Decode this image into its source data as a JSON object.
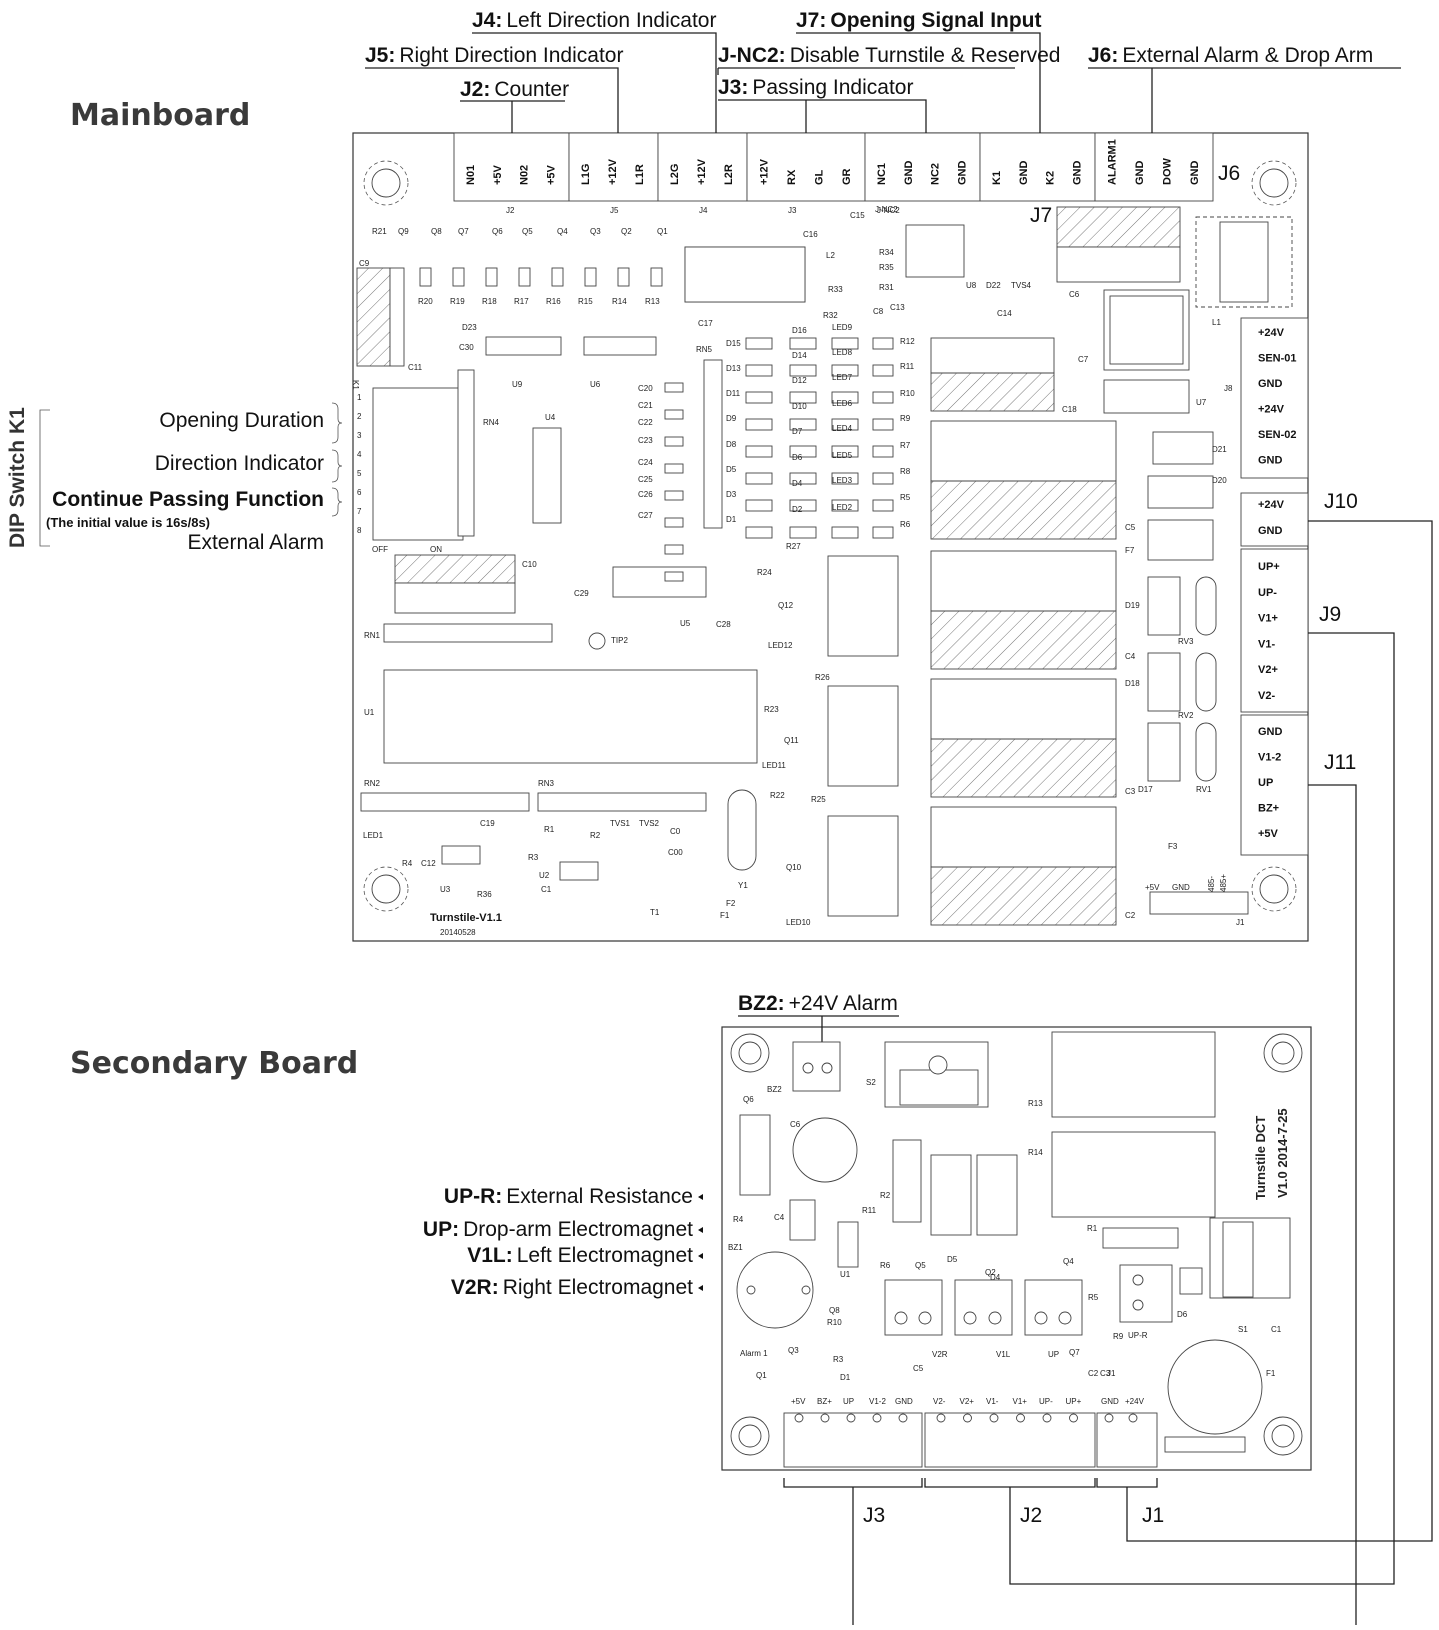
{
  "sections": {
    "mainboard": "Mainboard",
    "secondary": "Secondary Board"
  },
  "dip": {
    "title": "DIP Switch K1",
    "opening_duration": "Opening Duration",
    "direction_indicator": "Direction Indicator",
    "continue_passing": "Continue Passing Function",
    "initial_value": "(The initial value is 16s/8s)",
    "external_alarm": "External Alarm",
    "switch_numbers": [
      "1",
      "2",
      "3",
      "4",
      "5",
      "6",
      "7",
      "8"
    ],
    "off": "OFF",
    "on": "ON",
    "ref": "K1"
  },
  "top_callouts": {
    "j4": {
      "code": "J4:",
      "text": "Left Direction Indicator"
    },
    "j7": {
      "code": "J7:",
      "text": "Opening Signal Input"
    },
    "j5": {
      "code": "J5:",
      "text": "Right Direction Indicator"
    },
    "jnc2": {
      "code": "J-NC2:",
      "text": "Disable Turnstile & Reserved"
    },
    "j6": {
      "code": "J6:",
      "text": "External Alarm & Drop Arm"
    },
    "j2": {
      "code": "J2:",
      "text": "Counter"
    },
    "j3": {
      "code": "J3:",
      "text": "Passing Indicator"
    }
  },
  "main_connectors": {
    "j2": {
      "ref": "J2",
      "pins": [
        "N01",
        "+5V",
        "N02",
        "+5V"
      ]
    },
    "j5": {
      "ref": "J5",
      "pins": [
        "L1G",
        "+12V",
        "L1R"
      ]
    },
    "j4": {
      "ref": "J4",
      "pins": [
        "L2G",
        "+12V",
        "L2R"
      ]
    },
    "j3": {
      "ref": "J3",
      "pins": [
        "+12V",
        "RX",
        "GL",
        "GR"
      ]
    },
    "jnc2": {
      "ref": "J-NC2",
      "pins": [
        "NC1",
        "GND",
        "NC2",
        "GND"
      ]
    },
    "j7": {
      "ref": "J7",
      "pins": [
        "K1",
        "GND",
        "K2",
        "GND"
      ]
    },
    "j6": {
      "ref": "J6",
      "pins": [
        "ALARM1",
        "GND",
        "DOW",
        "GND"
      ]
    }
  },
  "right_connectors": {
    "j8": {
      "ref": "J8",
      "pins": [
        "+24V",
        "SEN-01",
        "GND",
        "+24V",
        "SEN-02",
        "GND"
      ]
    },
    "j10": {
      "ref": "J10",
      "pins": [
        "+24V",
        "GND"
      ]
    },
    "j9": {
      "ref": "J9",
      "pins": [
        "UP+",
        "UP-",
        "V1+",
        "V1-",
        "V2+",
        "V2-"
      ]
    },
    "j11": {
      "ref": "J11",
      "pins": [
        "GND",
        "V1-2",
        "UP",
        "BZ+",
        "+5V"
      ]
    }
  },
  "main_labels": {
    "j6_label": "J6",
    "j7_label": "J7",
    "j10_label": "J10",
    "j9_label": "J9",
    "j11_label": "J11",
    "board_name": "Turnstile-V1.1",
    "board_date": "20140528",
    "j1_pins": [
      "+5V",
      "GND",
      "485-",
      "485+"
    ],
    "j1_ref": "J1"
  },
  "main_components": [
    "R21",
    "Q9",
    "Q8",
    "Q7",
    "Q6",
    "Q5",
    "Q4",
    "Q3",
    "Q2",
    "Q1",
    "C9",
    "R20",
    "R19",
    "R18",
    "R17",
    "R16",
    "R15",
    "R14",
    "R13",
    "C16",
    "C15",
    "J-NC2",
    "L2",
    "R34",
    "R35",
    "R33",
    "R31",
    "R32",
    "C8",
    "C13",
    "U8",
    "D22",
    "TVS4",
    "C14",
    "C6",
    "L1",
    "C17",
    "D23",
    "C30",
    "C11",
    "U9",
    "U6",
    "U4",
    "RN4",
    "RN5",
    "D15",
    "D13",
    "D11",
    "D9",
    "D8",
    "D5",
    "D3",
    "D1",
    "D16",
    "D14",
    "D12",
    "D10",
    "D7",
    "D6",
    "D4",
    "D2",
    "LED9",
    "LED8",
    "LED7",
    "LED6",
    "LED4",
    "LED5",
    "LED3",
    "LED2",
    "R12",
    "R11",
    "R10",
    "R9",
    "R7",
    "R8",
    "R5",
    "R6",
    "C20",
    "C21",
    "C22",
    "C23",
    "C24",
    "C25",
    "C26",
    "C27",
    "C7",
    "C18",
    "U7",
    "D21",
    "D20",
    "C5",
    "F7",
    "D19",
    "C4",
    "RV3",
    "D18",
    "RV2",
    "C3",
    "D17",
    "RV1",
    "C2",
    "C10",
    "C29",
    "R27",
    "R24",
    "Q12",
    "LED12",
    "R26",
    "R23",
    "Q11",
    "LED11",
    "R22",
    "R25",
    "Q10",
    "LED10",
    "U5",
    "C28",
    "TIP2",
    "RN1",
    "U1",
    "RN2",
    "RN3",
    "LED1",
    "R4",
    "C12",
    "U3",
    "R36",
    "C19",
    "R1",
    "R2",
    "R3",
    "U2",
    "C1",
    "TVS1",
    "TVS2",
    "C0",
    "C00",
    "Y1",
    "F2",
    "F1",
    "T1",
    "F3"
  ],
  "secondary": {
    "bz2_code": "BZ2:",
    "bz2_text": "+24V Alarm",
    "callouts": [
      {
        "code": "UP-R:",
        "text": "External Resistance"
      },
      {
        "code": "UP:",
        "text": "Drop-arm Electromagnet"
      },
      {
        "code": "V1L:",
        "text": "Left Electromagnet"
      },
      {
        "code": "V2R:",
        "text": "Right Electromagnet"
      }
    ],
    "board_name": "Turnstile DCT",
    "board_version": "V1.0 2014-7-25",
    "j3": {
      "ref": "J3",
      "pins": [
        "+5V",
        "BZ+",
        "UP",
        "V1-2",
        "GND"
      ]
    },
    "j2": {
      "ref": "J2",
      "pins": [
        "V2-",
        "V2+",
        "V1-",
        "V1+",
        "UP-",
        "UP+"
      ]
    },
    "j1": {
      "ref": "J1",
      "pins": [
        "GND",
        "+24V"
      ]
    },
    "components": [
      "BZ2",
      "S2",
      "R13",
      "R14",
      "Q6",
      "C6",
      "R2",
      "R11",
      "R4",
      "C4",
      "U1",
      "R6",
      "Q5",
      "D5",
      "D4",
      "Q2",
      "Q4",
      "R1",
      "R5",
      "D6",
      "UP-R",
      "BZ1",
      "Q8",
      "R10",
      "Q3",
      "Alarm 1",
      "R3",
      "D1",
      "C5",
      "V2R",
      "V1L",
      "UP",
      "Q7",
      "R9",
      "C3",
      "J1",
      "C2",
      "Q1",
      "S1",
      "C1",
      "F1"
    ]
  }
}
